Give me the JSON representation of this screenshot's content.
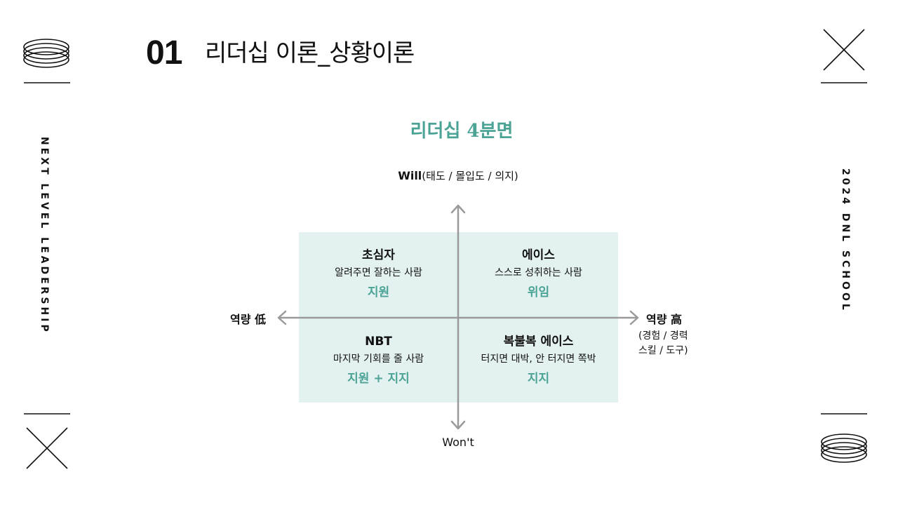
{
  "header": {
    "number": "01",
    "title": "리더십 이론_상황이론"
  },
  "side": {
    "left": "NEXT LEVEL LEADERSHIP",
    "right": "2024 DNL SCHOOL"
  },
  "chart": {
    "title": "리더십 4분면",
    "axis_top_main": "Will",
    "axis_top_sub": "(태도 / 몰입도 / 의지)",
    "axis_bottom": "Won't",
    "axis_left": "역량 低",
    "axis_right": "역량 高",
    "axis_right_sub_1": "(경험 / 경력",
    "axis_right_sub_2": "스킬 / 도구)",
    "quadrants": {
      "top_left": {
        "title": "초심자",
        "desc": "알려주면 잘하는 사람",
        "action": "지원"
      },
      "top_right": {
        "title": "에이스",
        "desc": "스스로 성취하는 사람",
        "action": "위임"
      },
      "bottom_left": {
        "title": "NBT",
        "desc": "마지막 기회를 줄 사람",
        "action": "지원 + 지지"
      },
      "bottom_right": {
        "title": "복불복 에이스",
        "desc": "터지면 대박, 안 터지면 쪽박",
        "action": "지지"
      }
    },
    "colors": {
      "accent": "#4aa394",
      "quadrant_bg": "#e3f1f1",
      "axis": "#9a9a9a"
    }
  },
  "icons": [
    "ring-stack-icon",
    "x-cross-icon"
  ]
}
